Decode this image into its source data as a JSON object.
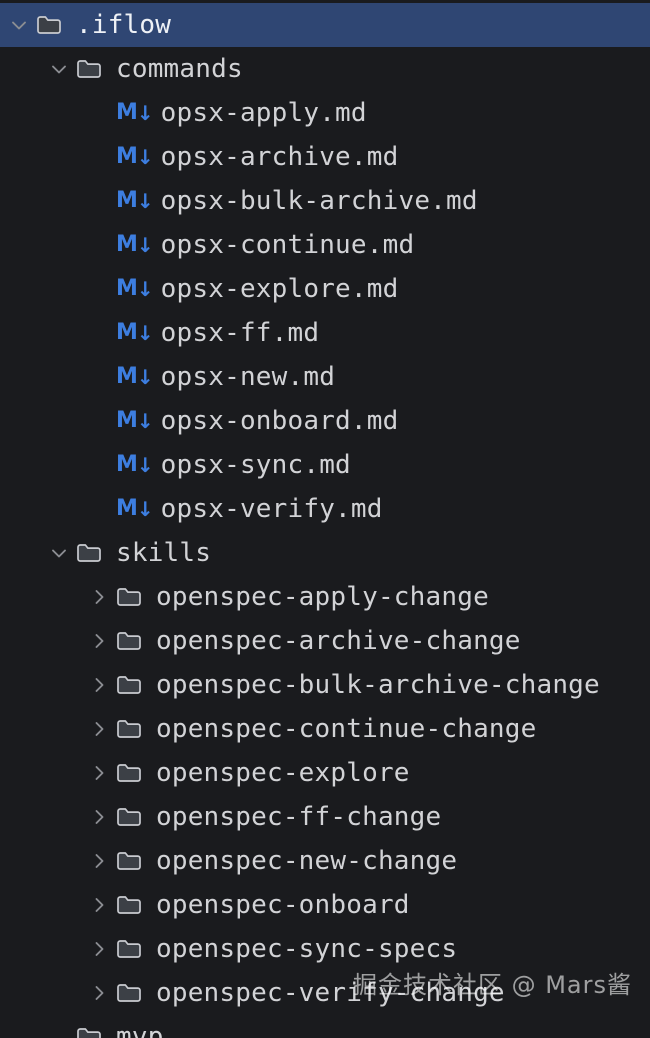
{
  "tree": {
    "root": {
      "name": ".iflow",
      "icon": "folder-icon",
      "chevron": "chevron-down-icon",
      "selected": true
    },
    "groups": [
      {
        "name": "commands",
        "icon": "folder-icon",
        "chevron": "chevron-down-icon",
        "files": [
          {
            "name": "opsx-apply.md",
            "icon": "markdown-icon"
          },
          {
            "name": "opsx-archive.md",
            "icon": "markdown-icon"
          },
          {
            "name": "opsx-bulk-archive.md",
            "icon": "markdown-icon"
          },
          {
            "name": "opsx-continue.md",
            "icon": "markdown-icon"
          },
          {
            "name": "opsx-explore.md",
            "icon": "markdown-icon"
          },
          {
            "name": "opsx-ff.md",
            "icon": "markdown-icon"
          },
          {
            "name": "opsx-new.md",
            "icon": "markdown-icon"
          },
          {
            "name": "opsx-onboard.md",
            "icon": "markdown-icon"
          },
          {
            "name": "opsx-sync.md",
            "icon": "markdown-icon"
          },
          {
            "name": "opsx-verify.md",
            "icon": "markdown-icon"
          }
        ]
      },
      {
        "name": "skills",
        "icon": "folder-icon",
        "chevron": "chevron-down-icon",
        "folders": [
          {
            "name": "openspec-apply-change",
            "icon": "folder-icon",
            "chevron": "chevron-right-icon"
          },
          {
            "name": "openspec-archive-change",
            "icon": "folder-icon",
            "chevron": "chevron-right-icon"
          },
          {
            "name": "openspec-bulk-archive-change",
            "icon": "folder-icon",
            "chevron": "chevron-right-icon"
          },
          {
            "name": "openspec-continue-change",
            "icon": "folder-icon",
            "chevron": "chevron-right-icon"
          },
          {
            "name": "openspec-explore",
            "icon": "folder-icon",
            "chevron": "chevron-right-icon"
          },
          {
            "name": "openspec-ff-change",
            "icon": "folder-icon",
            "chevron": "chevron-right-icon"
          },
          {
            "name": "openspec-new-change",
            "icon": "folder-icon",
            "chevron": "chevron-right-icon"
          },
          {
            "name": "openspec-onboard",
            "icon": "folder-icon",
            "chevron": "chevron-right-icon"
          },
          {
            "name": "openspec-sync-specs",
            "icon": "folder-icon",
            "chevron": "chevron-right-icon"
          },
          {
            "name": "openspec-verify-change",
            "icon": "folder-icon",
            "chevron": "chevron-right-icon"
          }
        ]
      }
    ],
    "trailing": {
      "name": "mvp",
      "icon": "folder-icon"
    }
  },
  "markdown_icon": {
    "letter": "M",
    "arrow": "↓"
  },
  "watermark": {
    "text": "掘金技术社区 @ Mars酱"
  },
  "colors": {
    "background": "#1a1b1e",
    "selection": "#2f4673",
    "text": "#d2d3d6",
    "selected_text": "#eef1f6",
    "markdown_blue": "#3d7ee0",
    "chevron": "#8b8d92",
    "folder_outline": "#c9cbd0",
    "folder_fill": "#3c4046"
  }
}
